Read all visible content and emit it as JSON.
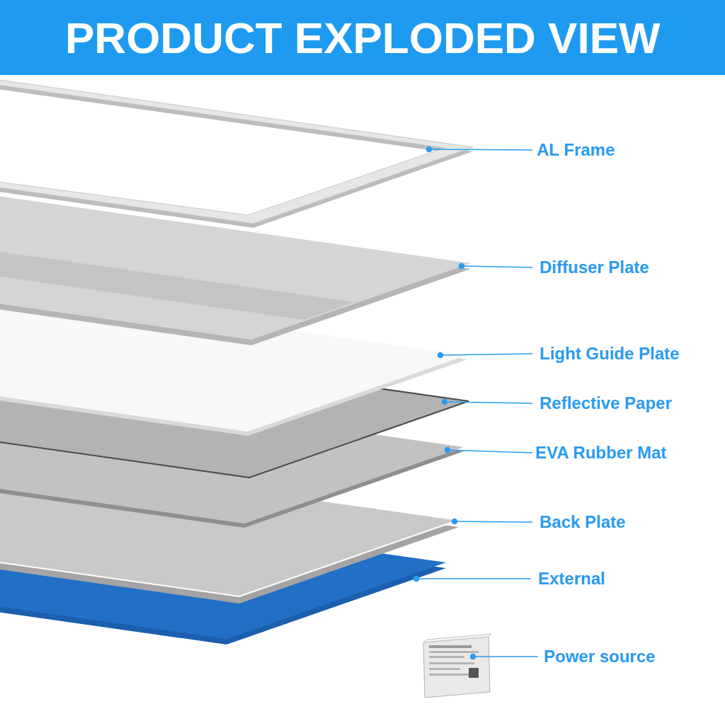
{
  "diagram": {
    "title": "PRODUCT EXPLODED VIEW",
    "labels": [
      "AL Frame",
      "Diffuser Plate",
      "Light Guide Plate",
      "Reflective Paper",
      "EVA Rubber Mat",
      "Back Plate",
      "External",
      "Power source"
    ]
  }
}
